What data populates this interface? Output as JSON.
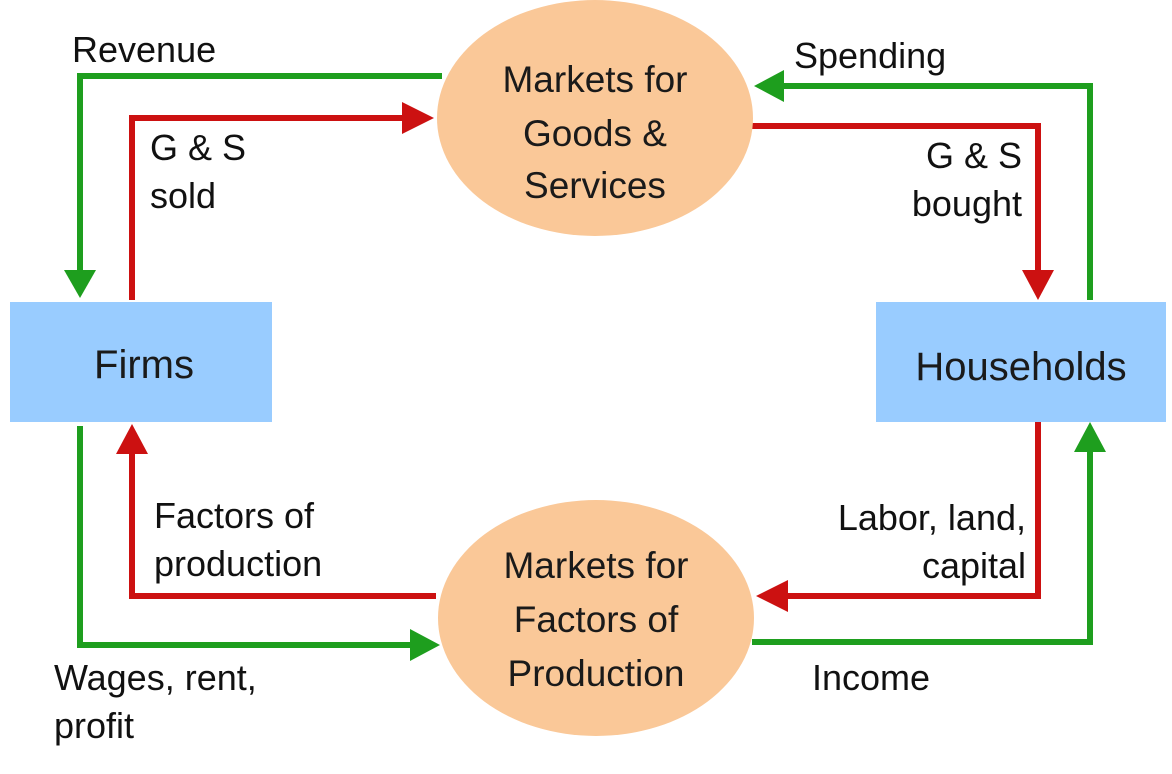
{
  "colors": {
    "sector_box": "#99CCFF",
    "market_ellipse": "#FAC898",
    "money_flow": "#1E9E1E",
    "real_flow": "#CC1111"
  },
  "sectors": {
    "firms": "Firms",
    "households": "Households"
  },
  "markets": {
    "goods": {
      "line1": "Markets for",
      "line2": "Goods &",
      "line3": "Services"
    },
    "factors": {
      "line1": "Markets for",
      "line2": "Factors of",
      "line3": "Production"
    }
  },
  "flows": {
    "revenue": "Revenue",
    "gs_sold": {
      "line1": "G & S",
      "line2": "sold"
    },
    "spending": "Spending",
    "gs_bought": {
      "line1": "G & S",
      "line2": "bought"
    },
    "factors_of_production": {
      "line1": "Factors of",
      "line2": "production"
    },
    "labor_land_capital": {
      "line1": "Labor, land,",
      "line2": "capital"
    },
    "wages_rent_profit": {
      "line1": "Wages, rent,",
      "line2": "profit"
    },
    "income": "Income"
  }
}
